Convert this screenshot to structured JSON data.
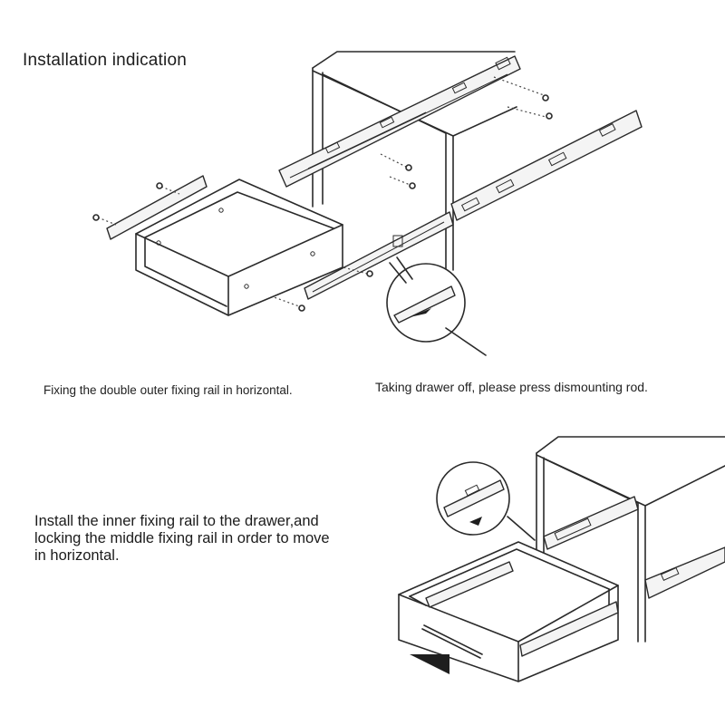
{
  "title": "Installation indication",
  "captions": {
    "step1": "Fixing the double outer fixing rail in horizontal.",
    "step2": "Taking drawer off, please press dismounting rod.",
    "step3_lines": [
      "Install the inner fixing rail to the drawer,and",
      "locking the middle fixing rail in order to move",
      "in horizontal."
    ]
  }
}
